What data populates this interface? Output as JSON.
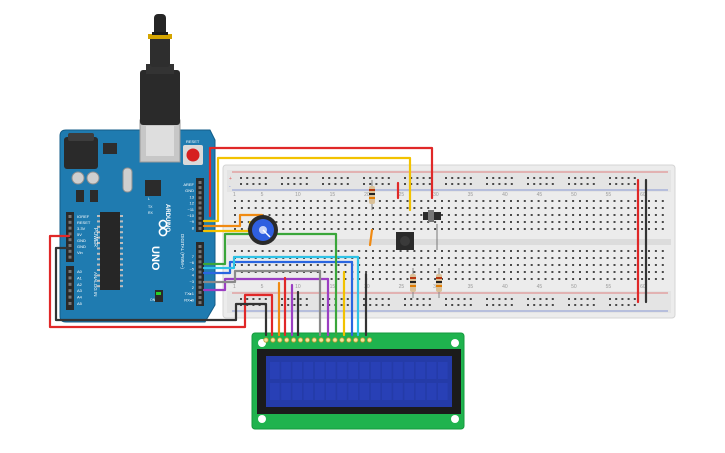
{
  "arduino": {
    "brand": "ARDUINO",
    "model": "UNO",
    "power_header": "POWER",
    "power_pins": [
      "IOREF",
      "RESET",
      "3.3V",
      "5V",
      "GND",
      "GND",
      "Vin"
    ],
    "analog_header": "ANALOG IN",
    "analog_pins": [
      "A0",
      "A1",
      "A2",
      "A3",
      "A4",
      "A5"
    ],
    "digital_header": "DIGITAL (PWM~)",
    "digital_pins_top": [
      "AREF",
      "GND",
      "13",
      "12",
      "~11",
      "~10",
      "~9",
      "8"
    ],
    "digital_pins_bottom": [
      "7",
      "~6",
      "~5",
      "4",
      "~3",
      "2",
      "TX▸1",
      "RX◂0"
    ],
    "leds": [
      "L",
      "TX",
      "RX",
      "ON"
    ],
    "reset_label": "RESET"
  },
  "breadboard": {
    "rail_marks": [
      "+",
      "-"
    ],
    "column_numbers": [
      "1",
      "5",
      "10",
      "15",
      "20",
      "25",
      "30",
      "35",
      "40",
      "45",
      "50",
      "55",
      "60"
    ]
  },
  "colors": {
    "wire_red": "#e02828",
    "wire_black": "#333333",
    "wire_yellow": "#f2c200",
    "wire_orange": "#f08a12",
    "wire_green": "#3aa63a",
    "wire_blue": "#2a66e0",
    "wire_cyan": "#2ec2e6",
    "wire_purple": "#9b3ec2",
    "wire_gray": "#8a8a8a",
    "board_blue": "#1f7bb0",
    "lcd_green": "#1fb34e",
    "lcd_screen": "#243ba8"
  }
}
